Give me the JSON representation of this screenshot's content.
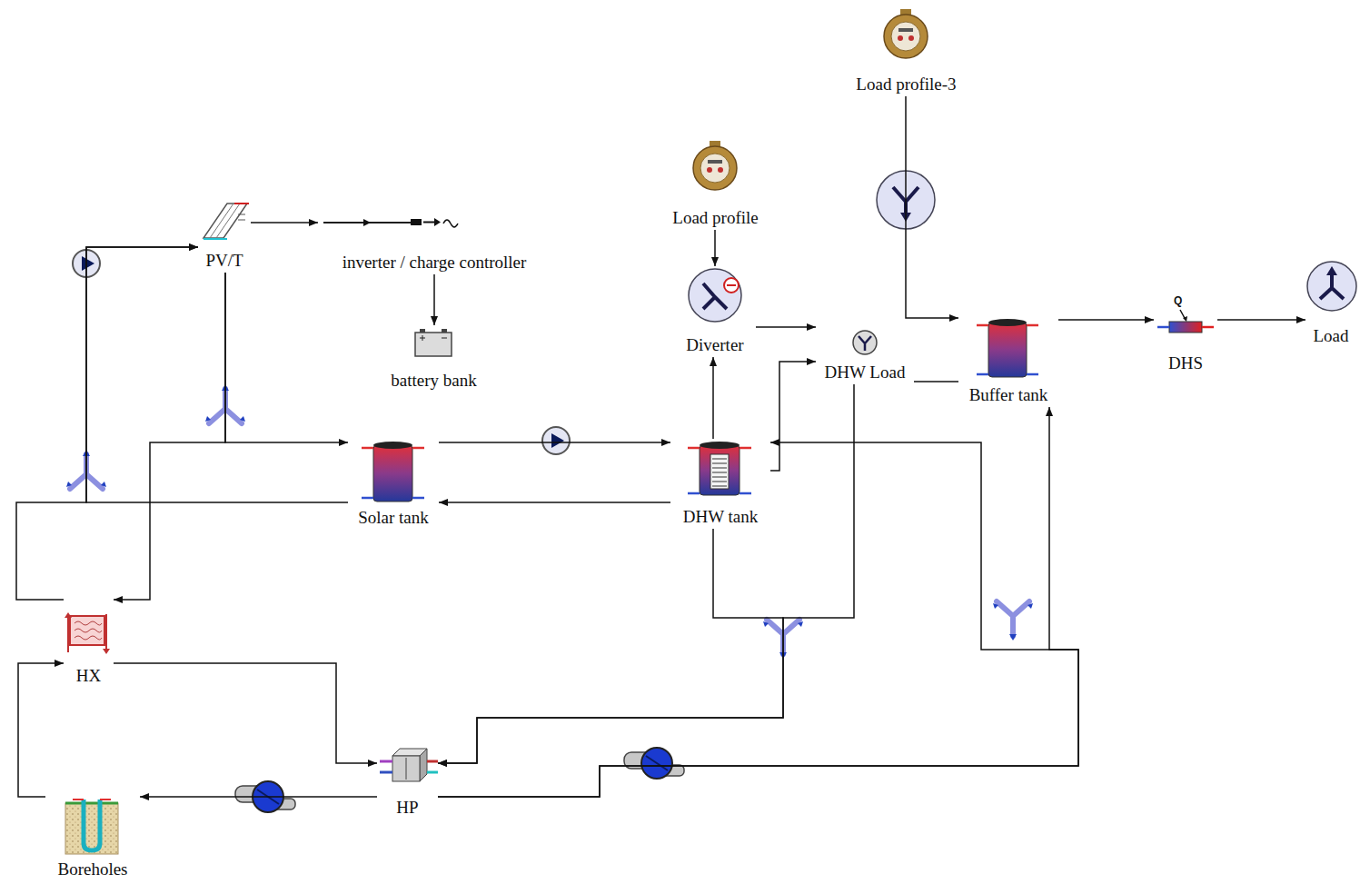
{
  "diagram": {
    "nodes": [
      {
        "text": [
          "Load profile-3"
        ]
      },
      {
        "text": [
          "Load profile"
        ]
      },
      {
        "text": [
          "PV/T"
        ]
      },
      {
        "text": [
          "inverter / charge controller"
        ]
      },
      {
        "text": [
          "battery bank"
        ]
      },
      {
        "text": [
          "Diverter"
        ]
      },
      {
        "text": [
          "DHW Load"
        ]
      },
      {
        "text": [
          "Buffer tank"
        ]
      },
      {
        "text": [
          "DHS"
        ]
      },
      {
        "text": [
          "Load"
        ]
      },
      {
        "text": [
          "Solar tank"
        ]
      },
      {
        "text": [
          "DHW tank"
        ]
      },
      {
        "text": [
          "HX"
        ]
      },
      {
        "text": [
          "HP"
        ]
      },
      {
        "text": [
          "Boreholes"
        ]
      }
    ],
    "edges": [
      {
        "from": 2,
        "to": 3,
        "arrow": "to"
      },
      {
        "from": 3,
        "to": 4,
        "arrow": "to"
      },
      {
        "from": 2,
        "to": 10,
        "arrow": "to"
      },
      {
        "from": 10,
        "to": 11,
        "arrow": "to"
      },
      {
        "from": 11,
        "to": 10,
        "arrow": "to"
      },
      {
        "from": 10,
        "to": 2,
        "arrow": "to"
      },
      {
        "from": 2,
        "to": 12,
        "arrow": "to"
      },
      {
        "from": 12,
        "to": 2,
        "arrow": "to"
      },
      {
        "from": 12,
        "to": 13,
        "arrow": "to"
      },
      {
        "from": 14,
        "to": 12,
        "arrow": "to"
      },
      {
        "from": 13,
        "to": 14,
        "arrow": "to"
      },
      {
        "from": 11,
        "to": 13,
        "arrow": "to"
      },
      {
        "from": 6,
        "to": 13,
        "arrow": "to"
      },
      {
        "from": 13,
        "to": 7,
        "arrow": "to"
      },
      {
        "from": 13,
        "to": 11,
        "arrow": "to"
      },
      {
        "from": 7,
        "to": 8,
        "arrow": "to"
      },
      {
        "from": 8,
        "to": 9,
        "arrow": "to"
      },
      {
        "from": 0,
        "to": 7,
        "arrow": "to"
      },
      {
        "from": 1,
        "to": 5,
        "arrow": "to"
      },
      {
        "from": 5,
        "to": 6,
        "arrow": "to"
      },
      {
        "from": 11,
        "to": 5,
        "arrow": "to"
      },
      {
        "from": 11,
        "to": 6,
        "arrow": "to"
      },
      {
        "from": 6,
        "to": 7,
        "arrow": "none"
      }
    ],
    "labels": [
      "Q"
    ]
  }
}
